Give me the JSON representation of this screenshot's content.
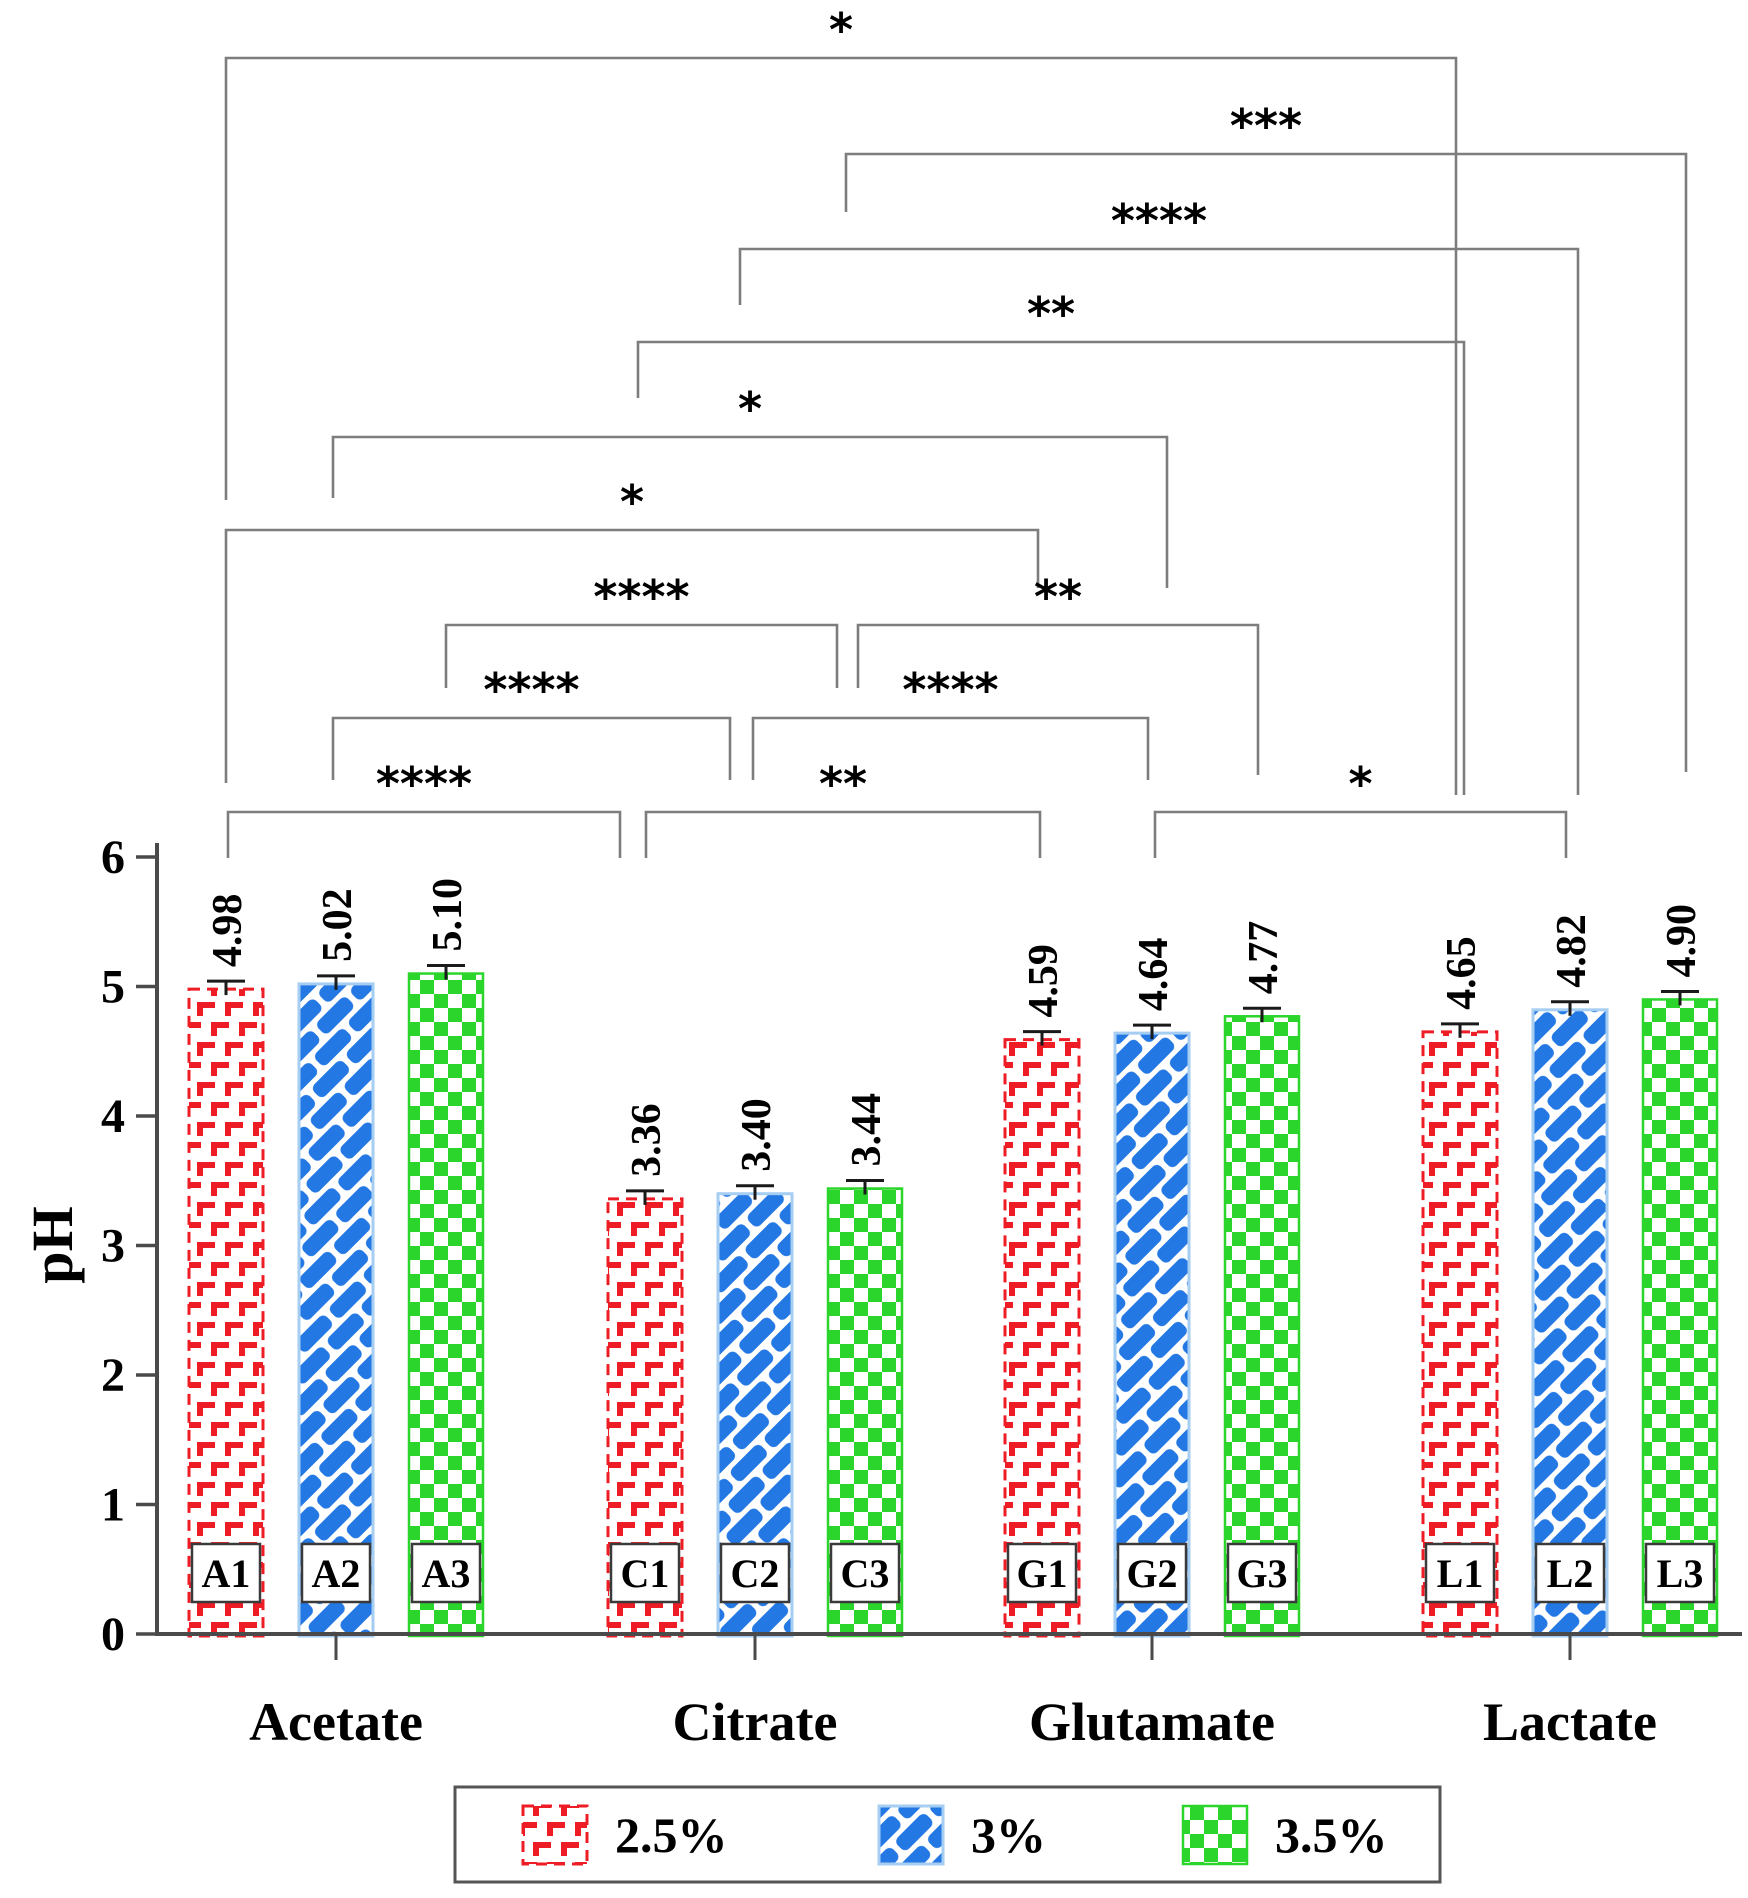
{
  "chart_data": {
    "type": "bar",
    "title": "",
    "xlabel": "",
    "ylabel": "pH",
    "ylim": [
      0,
      6
    ],
    "yticks": [
      "0",
      "1",
      "2",
      "3",
      "4",
      "5",
      "6"
    ],
    "categories": [
      "Acetate",
      "Citrate",
      "Glutamate",
      "Lactate"
    ],
    "series": [
      {
        "name": "2.5%",
        "color": "#ee1c25",
        "pattern": "dashed-brick",
        "bar_ids": [
          "A1",
          "C1",
          "G1",
          "L1"
        ],
        "values": [
          4.98,
          3.36,
          4.59,
          4.65
        ],
        "errors": [
          0.02,
          0.05,
          0.04,
          0.06
        ]
      },
      {
        "name": "3%",
        "color": "#2478e4",
        "pattern": "diagonal-brick",
        "bar_ids": [
          "A2",
          "C2",
          "G2",
          "L2"
        ],
        "values": [
          5.02,
          3.4,
          4.64,
          4.82
        ],
        "errors": [
          0.02,
          0.03,
          0.02,
          0.02
        ]
      },
      {
        "name": "3.5%",
        "color": "#2cd52c",
        "pattern": "checkerboard",
        "bar_ids": [
          "A3",
          "C3",
          "G3",
          "L3"
        ],
        "values": [
          5.1,
          3.44,
          4.77,
          4.9
        ],
        "errors": [
          0.05,
          0.03,
          0.03,
          0.03
        ]
      }
    ],
    "value_labels": {
      "A1": "4.98",
      "A2": "5.02",
      "A3": "5.10",
      "C1": "3.36",
      "C2": "3.40",
      "C3": "3.44",
      "G1": "4.59",
      "G2": "4.64",
      "G3": "4.77",
      "L1": "4.65",
      "L2": "4.82",
      "L3": "4.90"
    },
    "significance_brackets": [
      {
        "a": "A1",
        "b": "L1",
        "stars": "*",
        "level": 0,
        "feet": [
          500,
          795
        ],
        "offsets": [
          0,
          -4
        ]
      },
      {
        "a": "C3",
        "b": "L3",
        "stars": "***",
        "level": 1,
        "feet": [
          212,
          772
        ],
        "offsets": [
          -19,
          6
        ]
      },
      {
        "a": "C2",
        "b": "L2",
        "stars": "****",
        "level": 2,
        "feet": [
          305,
          795
        ],
        "offsets": [
          -15,
          8
        ]
      },
      {
        "a": "C1",
        "b": "L1",
        "stars": "**",
        "level": 3,
        "feet": [
          398,
          795
        ],
        "offsets": [
          -7,
          4
        ]
      },
      {
        "a": "A2",
        "b": "G2",
        "stars": "*",
        "level": 4,
        "feet": [
          498,
          588
        ],
        "offsets": [
          -3,
          15
        ]
      },
      {
        "a": "A1",
        "b": "G1",
        "stars": "*",
        "level": 5,
        "feet": [
          783,
          588
        ],
        "offsets": [
          0,
          -4
        ]
      },
      {
        "a": "A3",
        "b": "C3",
        "stars": "****",
        "level": 6,
        "feet": [
          688,
          688
        ],
        "offsets": [
          0,
          -28
        ]
      },
      {
        "a": "C3",
        "b": "G3",
        "stars": "**",
        "level": 6,
        "feet": [
          688,
          775
        ],
        "offsets": [
          -7,
          -4
        ]
      },
      {
        "a": "A2",
        "b": "C2",
        "stars": "****",
        "level": 7,
        "feet": [
          780,
          780
        ],
        "offsets": [
          -3,
          -25
        ]
      },
      {
        "a": "C2",
        "b": "G2",
        "stars": "****",
        "level": 7,
        "feet": [
          780,
          780
        ],
        "offsets": [
          -2,
          -4
        ]
      },
      {
        "a": "A1",
        "b": "C1",
        "stars": "****",
        "level": 8,
        "feet": [
          858,
          858
        ],
        "offsets": [
          2,
          -25
        ]
      },
      {
        "a": "C1",
        "b": "G1",
        "stars": "**",
        "level": 8,
        "feet": [
          858,
          858
        ],
        "offsets": [
          1,
          -2
        ]
      },
      {
        "a": "G2",
        "b": "L2",
        "stars": "*",
        "level": 8,
        "feet": [
          858,
          858
        ],
        "offsets": [
          3,
          -4
        ]
      }
    ],
    "legend": {
      "position": "bottom",
      "items": [
        "2.5%",
        "3%",
        "3.5%"
      ]
    },
    "grid": false
  },
  "colors": {
    "red": "#ee1c25",
    "blue": "#2478e4",
    "blue_border": "#a6cef2",
    "green": "#2cd52c",
    "axis": "#4a4a4a",
    "bracket": "#7d7d7d",
    "text": "#000000"
  }
}
